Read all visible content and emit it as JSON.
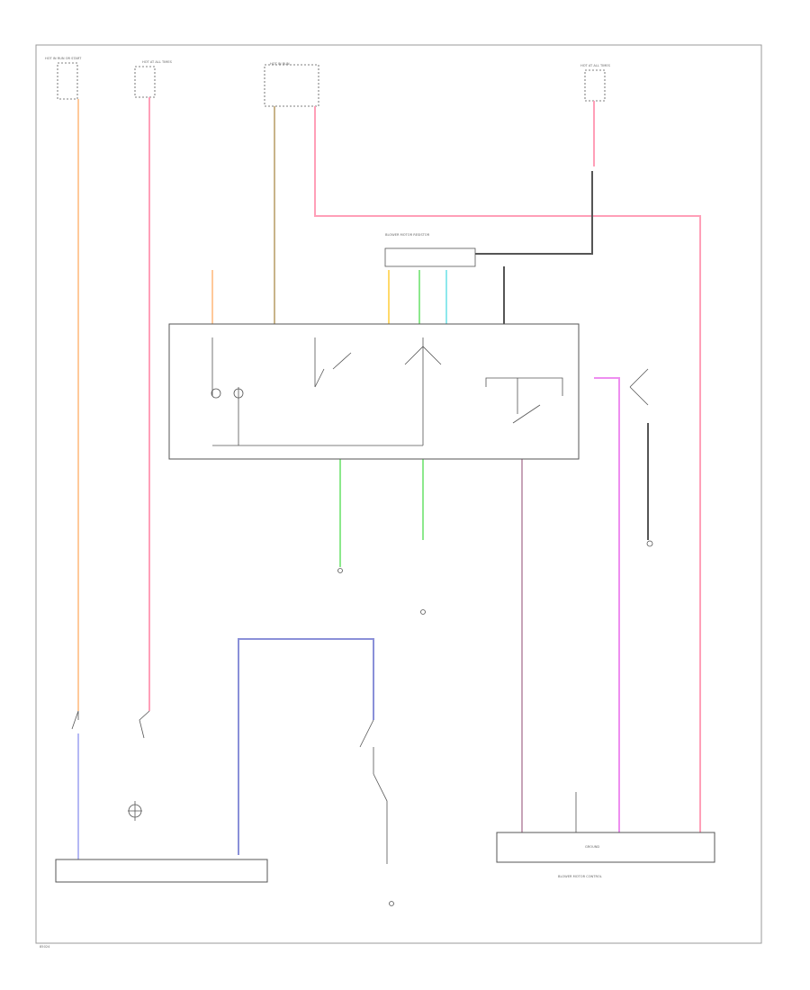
{
  "colors": {
    "orange": "#ffc99a",
    "pink": "#ff9fb8",
    "tan": "#c8b48a",
    "yellow": "#ffd96a",
    "green": "#8ce88c",
    "cyan": "#8de8ec",
    "magenta": "#ee8ef0",
    "violet": "#c7a3b8",
    "blue": "#b4b8f4",
    "steel": "#8a90d8",
    "black": "#555555"
  },
  "labels": {
    "fuse_top_left": "HOT IN RUN OR START",
    "fuse_top_mid": "HOT AT ALL TIMES",
    "fuse_top_center": "HOT IN RUN",
    "fuse_top_right": "HOT AT ALL TIMES",
    "center_module": "BLOWER MOTOR RESISTOR",
    "bottom_right_module": "BLOWER MOTOR CONTROL",
    "bottom_right_ground": "GROUND",
    "footer": "85024"
  }
}
